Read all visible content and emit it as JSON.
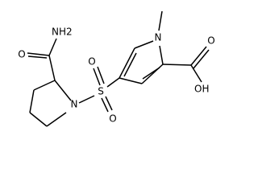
{
  "molecule": {
    "atom_labels": {
      "amide_nh2": "NH2",
      "amide_o": "O",
      "pyrrolidine_n": "N",
      "sulfur": "S",
      "sulfonyl_o_top": "O",
      "sulfonyl_o_bottom": "O",
      "pyrrole_n": "N",
      "acid_o": "O",
      "acid_oh": "OH"
    }
  }
}
